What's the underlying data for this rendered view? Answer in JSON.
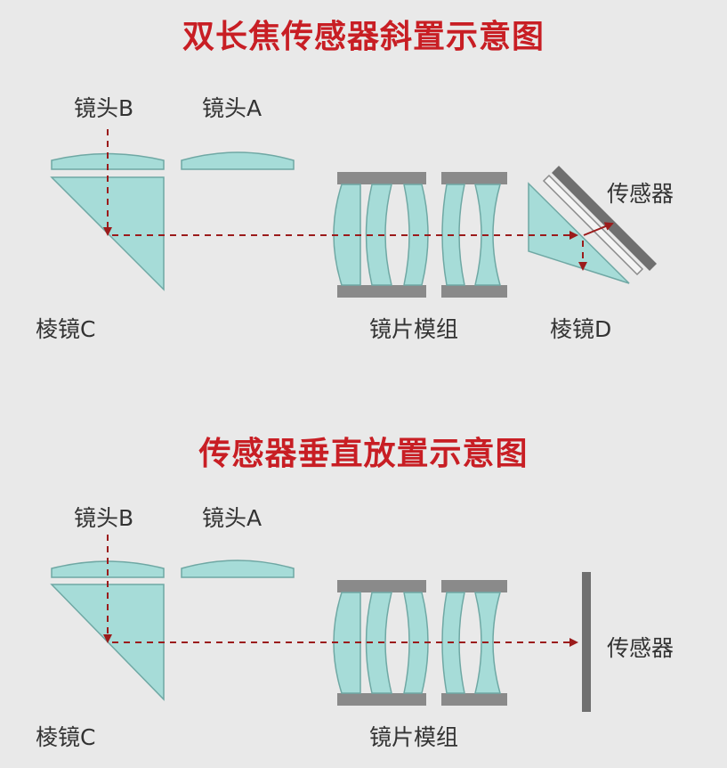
{
  "colors": {
    "title": "#c81e24",
    "glass_fill": "#a6dcd8",
    "glass_stroke": "#6fa8a4",
    "holder": "#8a8a8a",
    "sensor": "#6f6f6f",
    "light_path": "#9b1b1b",
    "background": "#e9e9e9"
  },
  "diagram1": {
    "title": "双长焦传感器斜置示意图",
    "lens_b": "镜头B",
    "lens_a": "镜头A",
    "sensor": "传感器",
    "prism_c": "棱镜C",
    "lens_module": "镜片模组",
    "prism_d": "棱镜D"
  },
  "diagram2": {
    "title": "传感器垂直放置示意图",
    "lens_b": "镜头B",
    "lens_a": "镜头A",
    "sensor": "传感器",
    "prism_c": "棱镜C",
    "lens_module": "镜片模组"
  }
}
